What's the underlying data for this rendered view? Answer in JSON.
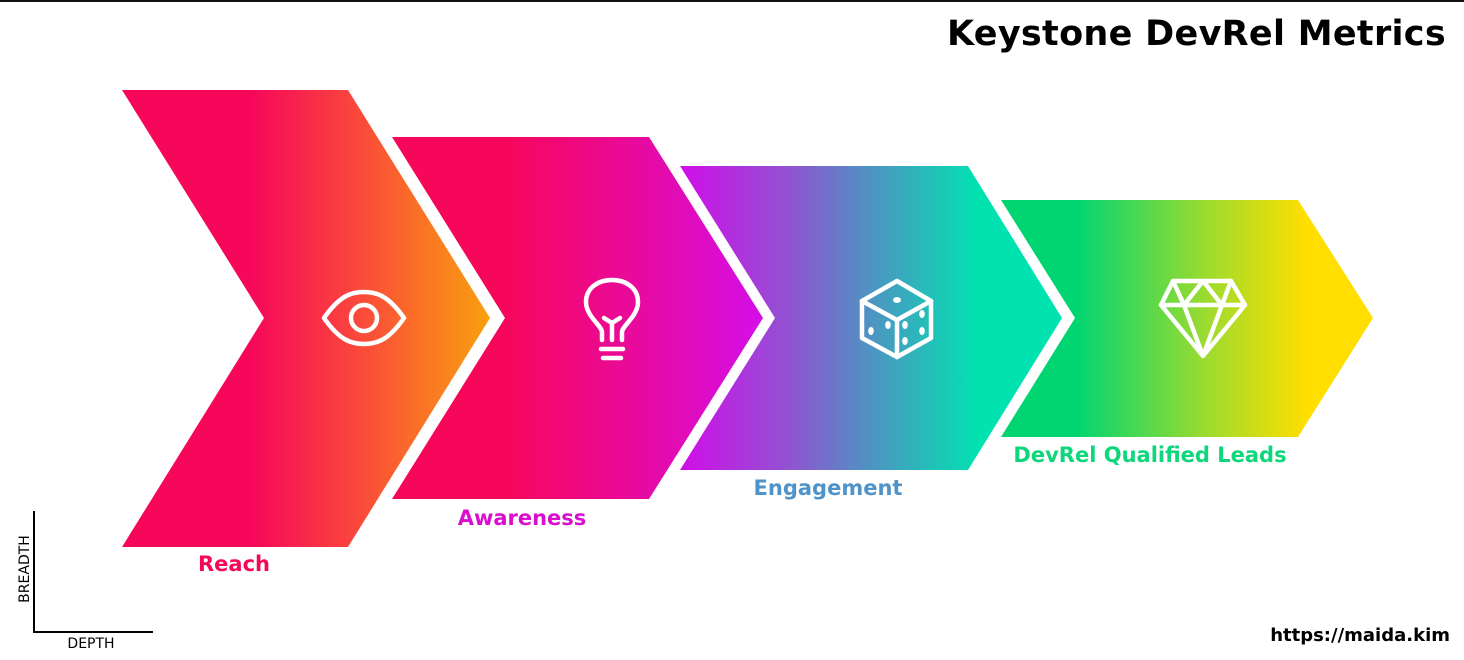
{
  "header": {
    "title": "Keystone DevRel Metrics"
  },
  "stages": [
    {
      "label": "Reach",
      "icon": "eye-icon",
      "label_color": "#f5075a",
      "gradient": [
        "#f7075a",
        "#f7075a",
        "#fa4a3a",
        "#f9a00e"
      ]
    },
    {
      "label": "Awareness",
      "icon": "lightbulb-icon",
      "label_color": "#d90ecf",
      "gradient": [
        "#f7075a",
        "#f7075a",
        "#e80a9c",
        "#d40ee8"
      ]
    },
    {
      "label": "Engagement",
      "icon": "dice-icon",
      "label_color": "#4f93c8",
      "gradient": [
        "#d10de8",
        "#8d57d0",
        "#4e94c2",
        "#00e2b0"
      ]
    },
    {
      "label": "DevRel Qualified Leads",
      "icon": "diamond-icon",
      "label_color": "#0ed67a",
      "gradient": [
        "#00d572",
        "#00d572",
        "#9cdb2f",
        "#ffde00"
      ]
    }
  ],
  "axes": {
    "y_label": "BREADTH",
    "x_label": "DEPTH"
  },
  "footer": {
    "url": "https://maida.kim"
  }
}
